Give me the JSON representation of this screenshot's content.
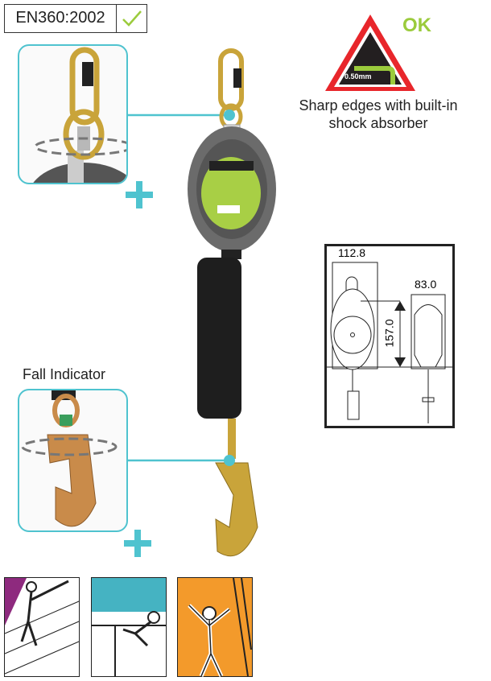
{
  "standard": {
    "label": "EN360:2002",
    "check_icon": "check-icon"
  },
  "sharp_edge": {
    "ok_label": "OK",
    "radius_label": "0.50mm",
    "caption_line1": "Sharp edges with built-in",
    "caption_line2": "shock absorber"
  },
  "fall_indicator": {
    "label": "Fall Indicator"
  },
  "dimensions": {
    "width_front": "112.8",
    "width_side": "83.0",
    "height": "157.0"
  },
  "colors": {
    "accent": "#4fc3cf",
    "ok": "#9bcb3c",
    "warning": "#e8262b",
    "orange": "#f39a2b",
    "purple": "#8e2a7e"
  }
}
